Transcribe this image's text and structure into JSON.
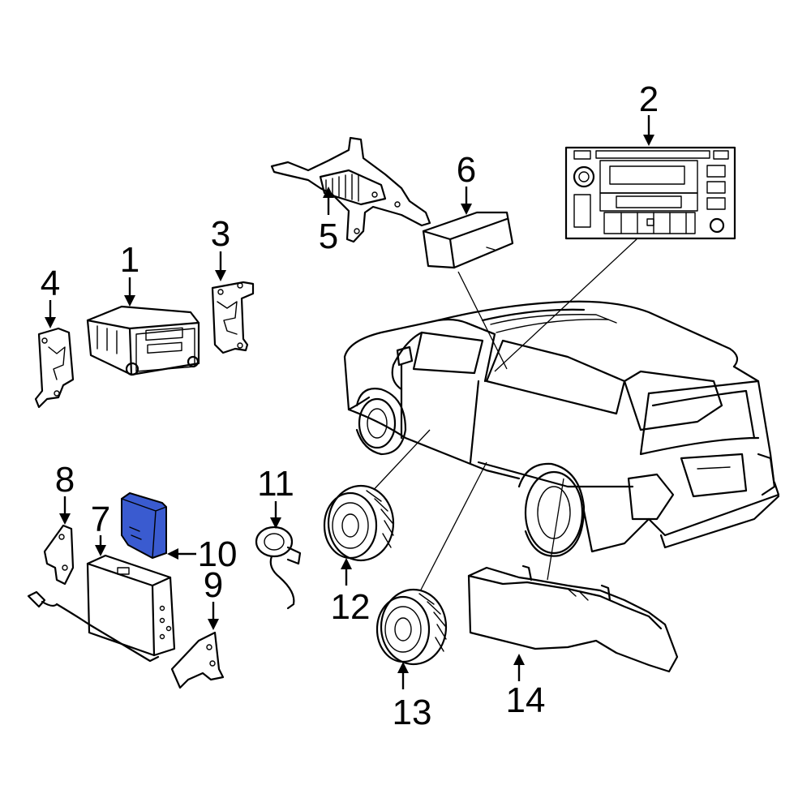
{
  "callouts": {
    "c1": "1",
    "c2": "2",
    "c3": "3",
    "c4": "4",
    "c5": "5",
    "c6": "6",
    "c7": "7",
    "c8": "8",
    "c9": "9",
    "c10": "10",
    "c11": "11",
    "c12": "12",
    "c13": "13",
    "c14": "14"
  },
  "colors": {
    "line": "#000000",
    "background": "#ffffff",
    "highlight": "#3a5bd0"
  }
}
